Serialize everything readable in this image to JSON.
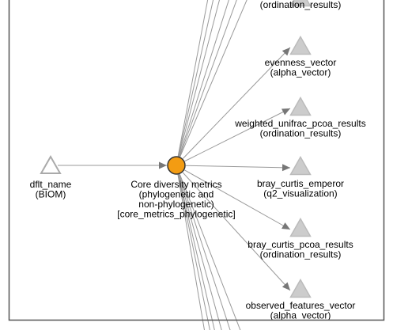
{
  "graph": {
    "colors": {
      "border": "#555555",
      "edge": "#999999",
      "arrow": "#777777",
      "artifact_fill": "#cccccc",
      "artifact_stroke": "#bbbbbb",
      "input_stroke": "#aaaaaa",
      "process_fill": "#f39c12",
      "process_stroke": "#333333"
    },
    "input_node": {
      "icon": "triangle-outline-icon",
      "label_lines": [
        "dflt_name",
        "(BIOM)"
      ]
    },
    "process_node": {
      "icon": "circle-process-icon",
      "label_lines": [
        "Core diversity metrics",
        "(phylogenetic and",
        "non-phylogenetic)",
        "[core_metrics_phylogenetic]"
      ]
    },
    "artifacts": [
      {
        "id": "top-partial",
        "label_lines": [
          "(ordination_results)"
        ]
      },
      {
        "id": "evenness-vector",
        "label_lines": [
          "evenness_vector",
          "(alpha_vector)"
        ]
      },
      {
        "id": "weighted-unifrac-pcoa-results",
        "label_lines": [
          "weighted_unifrac_pcoa_results",
          "(ordination_results)"
        ]
      },
      {
        "id": "bray-curtis-emperor",
        "label_lines": [
          "bray_curtis_emperor",
          "(q2_visualization)"
        ]
      },
      {
        "id": "bray-curtis-pcoa-results",
        "label_lines": [
          "bray_curtis_pcoa_results",
          "(ordination_results)"
        ]
      },
      {
        "id": "observed-features-vector",
        "label_lines": [
          "observed_features_vector",
          "(alpha_vector)"
        ]
      }
    ]
  }
}
